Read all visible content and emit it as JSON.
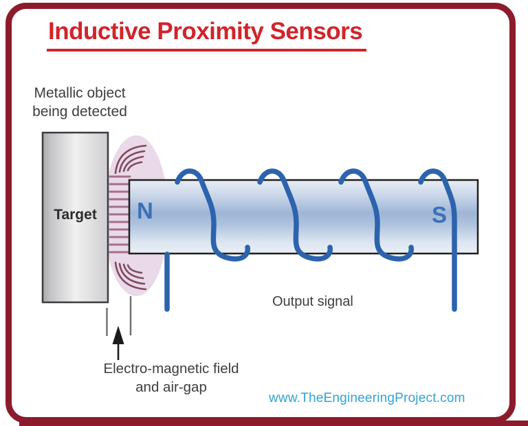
{
  "title": "Inductive Proximity Sensors",
  "labels": {
    "metallic": {
      "line1": "Metallic object",
      "line2": "being detected"
    },
    "target": "Target",
    "pole_n": "N",
    "pole_s": "S",
    "output_signal": "Output signal",
    "field": {
      "line1": "Electro-magnetic field",
      "line2": "and air-gap"
    },
    "website": "www.TheEngineeringProject.com"
  },
  "colors": {
    "frame_border": "#8C1B2C",
    "title": "#D2232A",
    "body_text": "#3D3D3D",
    "pole_text": "#3A70B8",
    "coil": "#2C63AD",
    "field_fill": "#EAD9E8",
    "field_arc": "#7F4A5F",
    "field_dash": "#A1708A",
    "website": "#2FA3D9"
  }
}
